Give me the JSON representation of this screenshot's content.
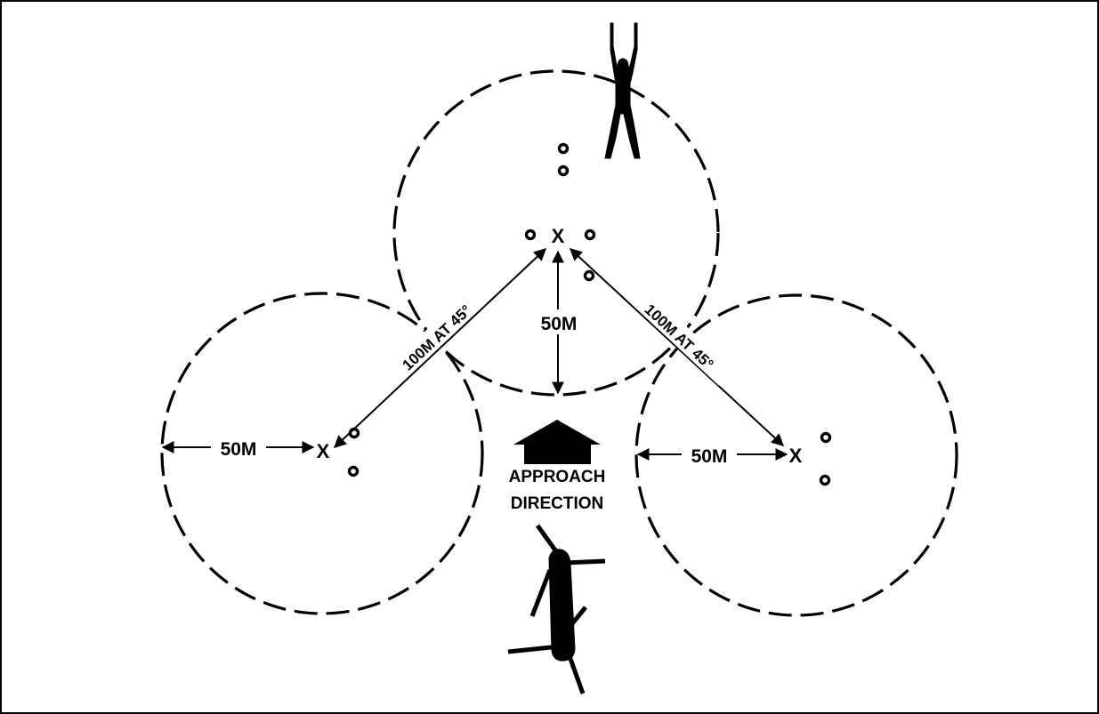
{
  "labels": {
    "distance_left": "50M",
    "distance_center": "50M",
    "distance_right": "50M",
    "diagonal_left": "100M AT 45°",
    "diagonal_right": "100M AT 45°",
    "approach_line1": "APPROACH",
    "approach_line2": "DIRECTION",
    "touchdown_mark": "X"
  },
  "icons": {
    "guide": "signalman-arms-raised-icon",
    "aircraft": "tandem-rotor-helicopter-icon",
    "approach": "approach-arrow-icon",
    "light": "landing-light-icon"
  },
  "colors": {
    "ink": "#000000",
    "paper": "#ffffff"
  }
}
